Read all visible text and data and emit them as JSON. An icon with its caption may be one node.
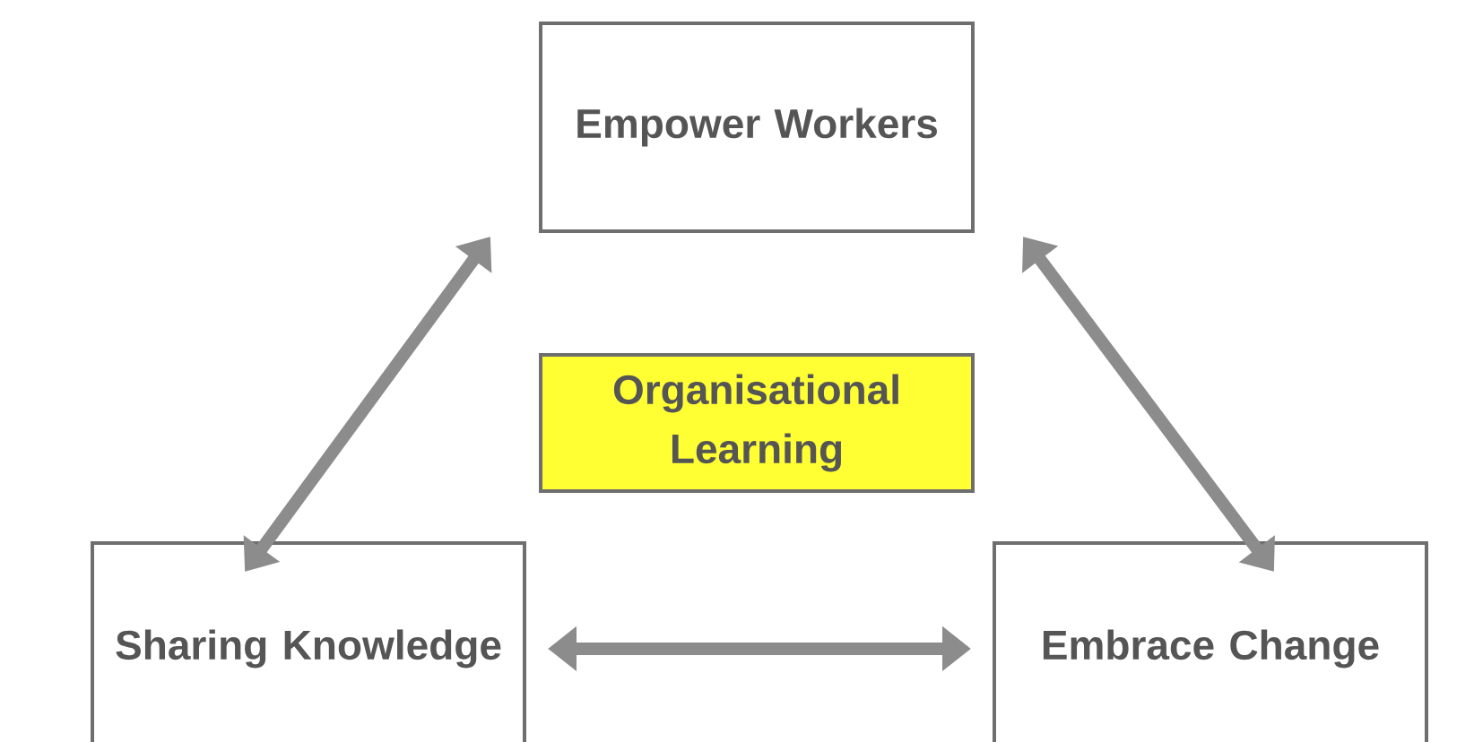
{
  "diagram": {
    "nodes": [
      {
        "text": [
          "Empower Workers"
        ]
      },
      {
        "text": [
          "Organisational Learning"
        ]
      },
      {
        "text": [
          "Sharing Knowledge"
        ]
      },
      {
        "text": [
          "Embrace Change"
        ]
      }
    ],
    "edges": [
      {
        "from": 0,
        "to": 2,
        "arrow": "both"
      },
      {
        "from": 0,
        "to": 3,
        "arrow": "both"
      },
      {
        "from": 2,
        "to": 3,
        "arrow": "both"
      }
    ]
  }
}
